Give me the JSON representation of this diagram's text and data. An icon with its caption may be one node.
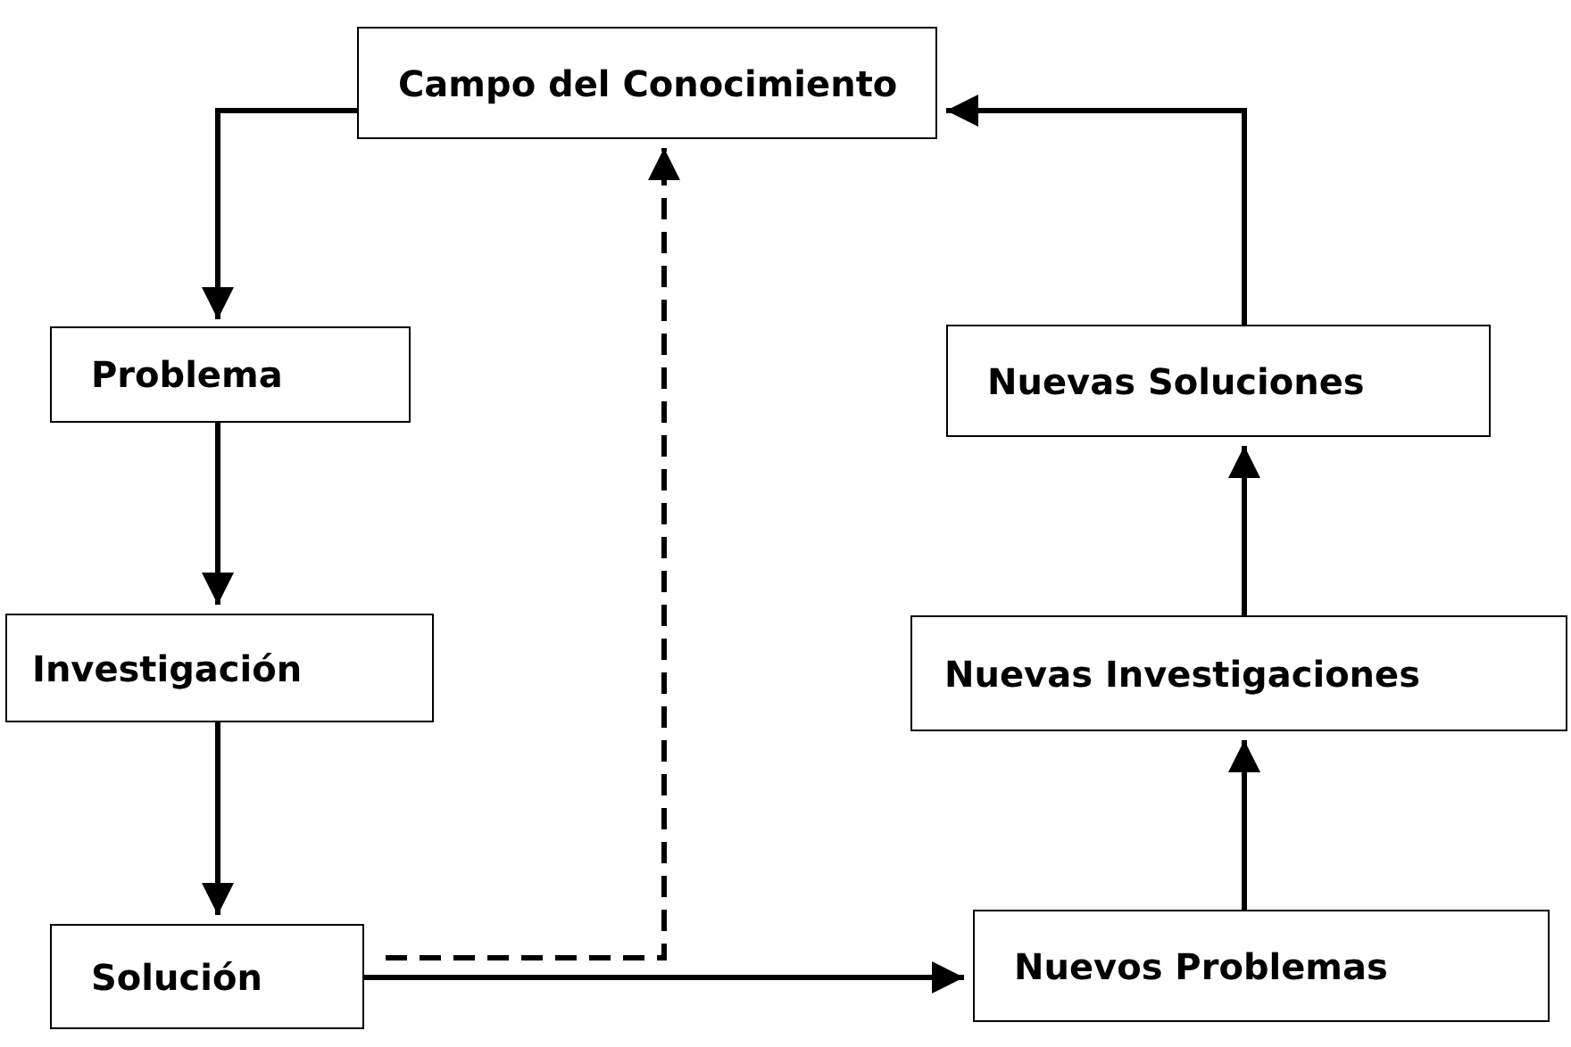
{
  "diagram": {
    "nodes": [
      {
        "text": [
          "Campo del Conocimiento"
        ]
      },
      {
        "text": [
          "Problema"
        ]
      },
      {
        "text": [
          "Investigación"
        ]
      },
      {
        "text": [
          "Solución"
        ]
      },
      {
        "text": [
          "Nuevos Problemas"
        ]
      },
      {
        "text": [
          "Nuevas Investigaciones"
        ]
      },
      {
        "text": [
          "Nuevas Soluciones"
        ]
      }
    ],
    "edges": [
      {
        "from": 0,
        "to": 1,
        "arrow": "to"
      },
      {
        "from": 1,
        "to": 2,
        "arrow": "to"
      },
      {
        "from": 2,
        "to": 3,
        "arrow": "to"
      },
      {
        "from": 3,
        "to": 0,
        "arrow": "to",
        "style": "dashed"
      },
      {
        "from": 3,
        "to": 4,
        "arrow": "to"
      },
      {
        "from": 4,
        "to": 5,
        "arrow": "to"
      },
      {
        "from": 5,
        "to": 6,
        "arrow": "to"
      },
      {
        "from": 6,
        "to": 0,
        "arrow": "to"
      }
    ]
  }
}
